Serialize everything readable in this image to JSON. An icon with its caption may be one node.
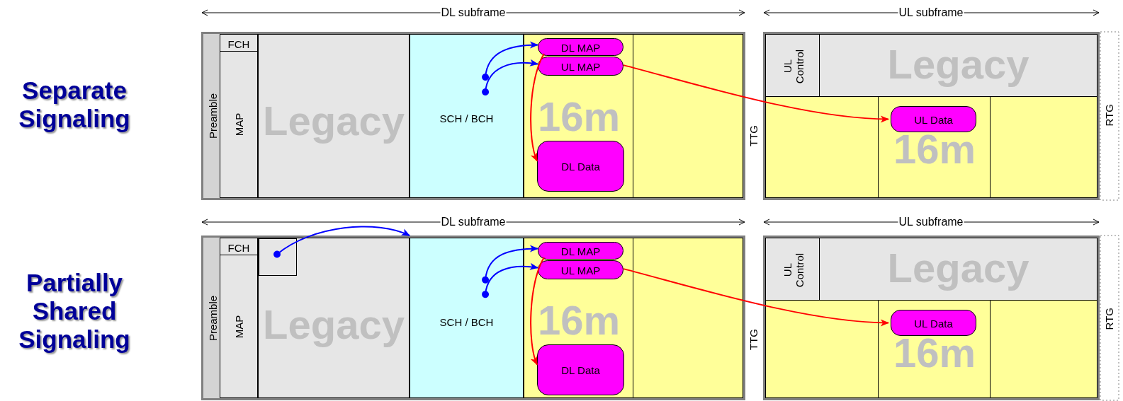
{
  "diagram": {
    "nodes": [
      {
        "text": [],
        "shape": "box"
      },
      {
        "text": [
          "Preamble"
        ],
        "in": 0
      },
      {
        "text": [
          "FCH"
        ],
        "in": 0
      },
      {
        "text": [
          "MAP"
        ],
        "in": 0
      },
      {
        "text": [
          "Legacy"
        ],
        "in": 0
      },
      {
        "text": [
          "SCH / BCH"
        ],
        "in": 0
      },
      {
        "text": [
          "16m"
        ],
        "in": 0
      },
      {
        "text": [
          "DL MAP"
        ],
        "in": 6
      },
      {
        "text": [
          "UL MAP"
        ],
        "in": 6
      },
      {
        "text": [
          "DL Data"
        ],
        "in": 6
      },
      {
        "text": [],
        "shape": "box"
      },
      {
        "text": [
          "UL Control"
        ],
        "in": 10
      },
      {
        "text": [
          "Legacy"
        ],
        "in": 10
      },
      {
        "text": [
          "16m"
        ],
        "in": 10
      },
      {
        "text": [
          "UL Data"
        ],
        "in": 13
      },
      {
        "text": [],
        "shape": "box"
      },
      {
        "text": [
          "Preamble"
        ],
        "in": 15
      },
      {
        "text": [
          "FCH"
        ],
        "in": 15
      },
      {
        "text": [
          "MAP"
        ],
        "in": 15
      },
      {
        "text": [
          "Legacy"
        ],
        "in": 15
      },
      {
        "text": [],
        "shape": "box",
        "in": 19
      },
      {
        "text": [
          "SCH / BCH"
        ],
        "in": 15
      },
      {
        "text": [
          "16m"
        ],
        "in": 15
      },
      {
        "text": [
          "DL MAP"
        ],
        "in": 22
      },
      {
        "text": [
          "UL MAP"
        ],
        "in": 22
      },
      {
        "text": [
          "DL Data"
        ],
        "in": 22
      },
      {
        "text": [],
        "shape": "box"
      },
      {
        "text": [
          "UL Control"
        ],
        "in": 26
      },
      {
        "text": [
          "Legacy"
        ],
        "in": 26
      },
      {
        "text": [
          "16m"
        ],
        "in": 26
      },
      {
        "text": [
          "UL Data"
        ],
        "in": 29
      }
    ],
    "edges": [
      {
        "from": 5,
        "to": 7,
        "arrow": "to",
        "color": "#0000ff"
      },
      {
        "from": 5,
        "to": 8,
        "arrow": "to",
        "color": "#0000ff"
      },
      {
        "from": 7,
        "to": 9,
        "arrow": "to",
        "color": "#ff0000"
      },
      {
        "from": 8,
        "to": 14,
        "arrow": "to",
        "color": "#ff0000"
      },
      {
        "from": 20,
        "to": 21,
        "arrow": "to",
        "color": "#0000ff"
      },
      {
        "from": 21,
        "to": 23,
        "arrow": "to",
        "color": "#0000ff"
      },
      {
        "from": 21,
        "to": 24,
        "arrow": "to",
        "color": "#0000ff"
      },
      {
        "from": 23,
        "to": 25,
        "arrow": "to",
        "color": "#ff0000"
      },
      {
        "from": 24,
        "to": 30,
        "arrow": "to",
        "color": "#ff0000"
      }
    ],
    "labels": [
      "DL subframe",
      "UL subframe",
      "Separate Signaling",
      "TTG",
      "RTG",
      "DL subframe",
      "UL subframe",
      "Partially Shared Signaling",
      "TTG",
      "RTG"
    ]
  }
}
